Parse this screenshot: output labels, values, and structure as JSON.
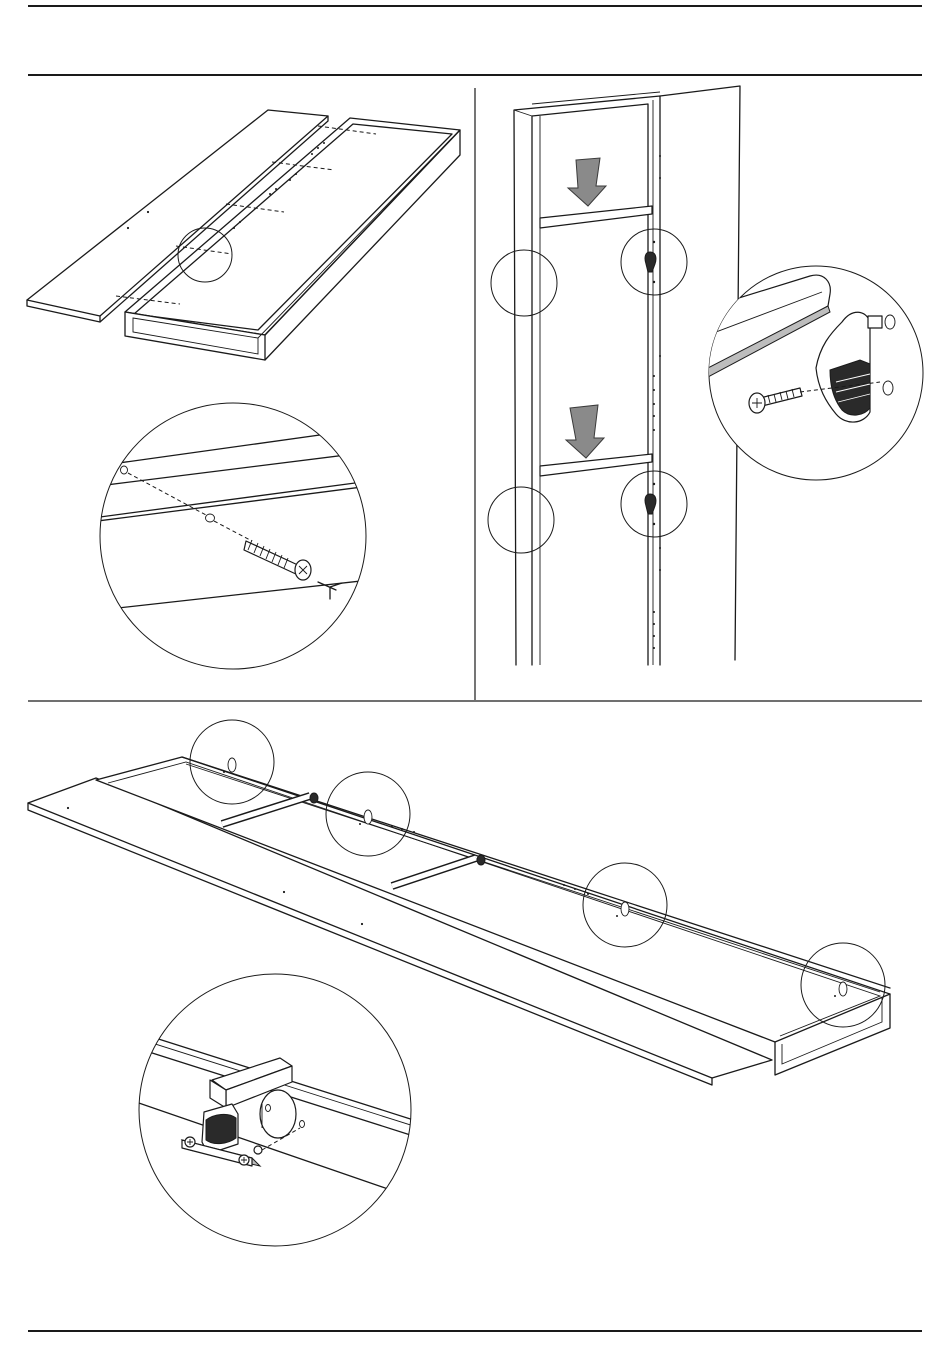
{
  "sheet": {
    "panels": [
      {
        "id": "panel-shelf-top-screws",
        "detail": "screw-and-cam-detail"
      },
      {
        "id": "panel-side-with-keyhole-fittings",
        "detail": "bracket-fitting-detail"
      },
      {
        "id": "panel-rail-assembly",
        "detail": "rail-clamp-detail"
      }
    ],
    "icons": [
      "screw-icon",
      "dowel-icon",
      "keyhole-fitting-icon",
      "bracket-icon",
      "down-arrow-icon",
      "rail-clamp-icon"
    ],
    "colors": {
      "line": "#1a1a1a",
      "arrow_fill": "#8a8a8a",
      "paper": "#ffffff"
    }
  }
}
